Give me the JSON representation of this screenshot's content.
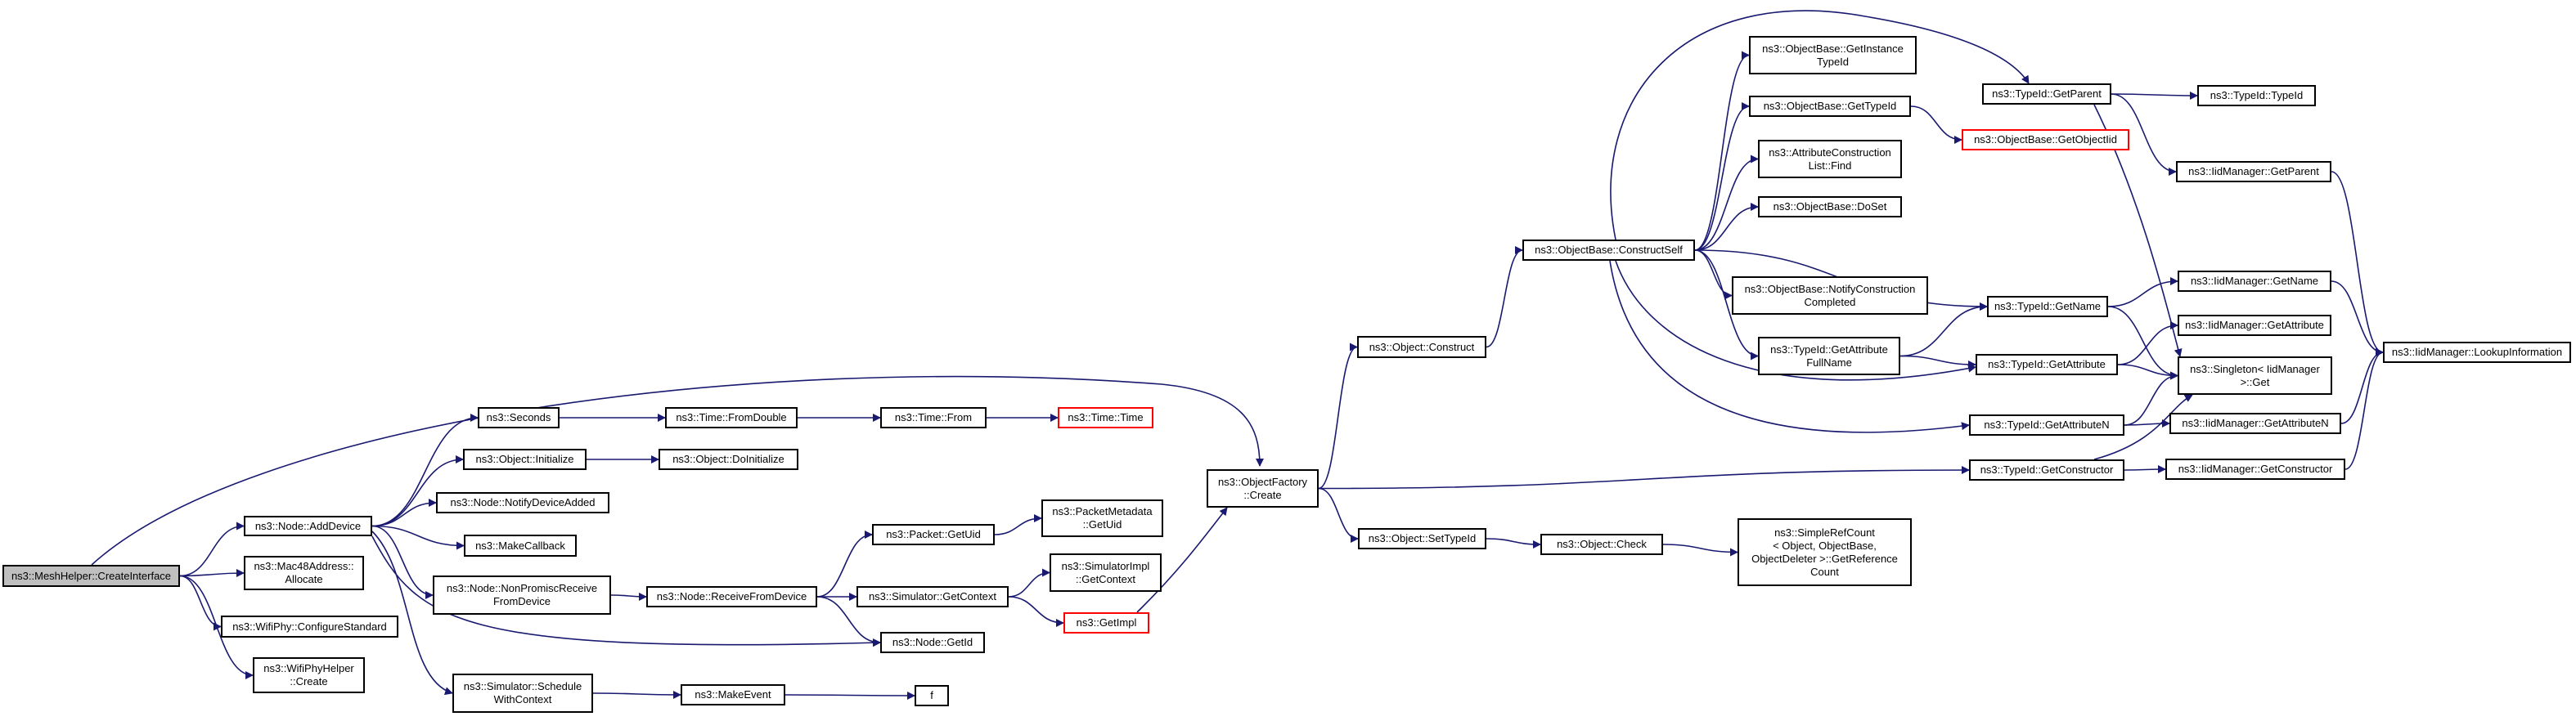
{
  "colors": {
    "edge": "#191970",
    "node_border": "#000000",
    "external_border": "#ff0000",
    "root_fill": "#bfbfbf",
    "background": "#ffffff"
  },
  "nodes": {
    "create_interface": "ns3::MeshHelper::CreateInterface",
    "add_device": "ns3::Node::AddDevice",
    "mac48_allocate": "ns3::Mac48Address::\nAllocate",
    "configure_standard": "ns3::WifiPhy::ConfigureStandard",
    "wifi_phy_helper_create": "ns3::WifiPhyHelper\n::Create",
    "seconds": "ns3::Seconds",
    "object_initialize": "ns3::Object::Initialize",
    "notify_device_added": "ns3::Node::NotifyDeviceAdded",
    "make_callback": "ns3::MakeCallback",
    "non_promisc_receive": "ns3::Node::NonPromiscReceive\nFromDevice",
    "schedule_with_context": "ns3::Simulator::Schedule\nWithContext",
    "time_from_double": "ns3::Time::FromDouble",
    "object_do_initialize": "ns3::Object::DoInitialize",
    "receive_from_device": "ns3::Node::ReceiveFromDevice",
    "make_event": "ns3::MakeEvent",
    "time_from": "ns3::Time::From",
    "packet_get_uid": "ns3::Packet::GetUid",
    "simulator_get_context": "ns3::Simulator::GetContext",
    "get_impl": "ns3::GetImpl",
    "node_get_id": "ns3::Node::GetId",
    "f": "f",
    "time_time": "ns3::Time::Time",
    "packet_metadata_get_uid": "ns3::PacketMetadata\n::GetUid",
    "simulator_impl_get_context": "ns3::SimulatorImpl\n::GetContext",
    "object_factory_create": "ns3::ObjectFactory\n::Create",
    "object_construct": "ns3::Object::Construct",
    "object_set_type_id": "ns3::Object::SetTypeId",
    "object_check": "ns3::Object::Check",
    "simple_ref_count": "ns3::SimpleRefCount\n< Object, ObjectBase,\nObjectDeleter >::GetReference\nCount",
    "construct_self": "ns3::ObjectBase::ConstructSelf",
    "get_instance_type_id": "ns3::ObjectBase::GetInstance\nTypeId",
    "object_base_get_type_id": "ns3::ObjectBase::GetTypeId",
    "attribute_construction_list_find": "ns3::AttributeConstruction\nList::Find",
    "do_set": "ns3::ObjectBase::DoSet",
    "notify_construction_completed": "ns3::ObjectBase::NotifyConstruction\nCompleted",
    "get_attribute_full_name": "ns3::TypeId::GetAttribute\nFullName",
    "get_object_iid": "ns3::ObjectBase::GetObjectIid",
    "type_id_get_parent": "ns3::TypeId::GetParent",
    "type_id_get_name": "ns3::TypeId::GetName",
    "type_id_get_attribute": "ns3::TypeId::GetAttribute",
    "type_id_get_attribute_n": "ns3::TypeId::GetAttributeN",
    "type_id_get_constructor": "ns3::TypeId::GetConstructor",
    "type_id_type_id": "ns3::TypeId::TypeId",
    "iid_get_parent": "ns3::IidManager::GetParent",
    "iid_get_name": "ns3::IidManager::GetName",
    "iid_get_attribute": "ns3::IidManager::GetAttribute",
    "singleton_get": "ns3::Singleton< IidManager\n>::Get",
    "iid_get_attribute_n": "ns3::IidManager::GetAttributeN",
    "iid_get_constructor": "ns3::IidManager::GetConstructor",
    "lookup_information": "ns3::IidManager::LookupInformation"
  }
}
